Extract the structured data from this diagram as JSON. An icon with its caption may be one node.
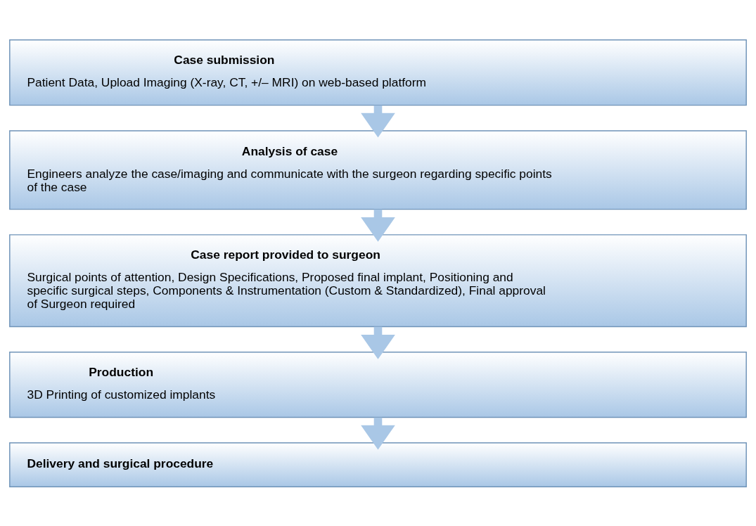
{
  "diagram": {
    "nodes": [
      {
        "text": [
          "Case submission",
          "Patient Data, Upload Imaging (X-ray, CT, +/– MRI) on web-based platform"
        ]
      },
      {
        "text": [
          "Analysis of case",
          "Engineers analyze the case/imaging and communicate with the surgeon regarding specific points of the case"
        ]
      },
      {
        "text": [
          "Case report provided to surgeon",
          "Surgical points of attention, Design Specifications, Proposed final implant, Positioning and specific surgical steps, Components & Instrumentation (Custom & Standardized), Final approval of Surgeon required"
        ]
      },
      {
        "text": [
          "Production",
          "3D Printing of customized implants"
        ]
      },
      {
        "text": [
          "Delivery and surgical procedure"
        ]
      }
    ],
    "edges": [
      {
        "from": 0,
        "to": 1,
        "arrow": "to"
      },
      {
        "from": 1,
        "to": 2,
        "arrow": "to"
      },
      {
        "from": 2,
        "to": 3,
        "arrow": "to"
      },
      {
        "from": 3,
        "to": 4,
        "arrow": "to"
      }
    ]
  }
}
